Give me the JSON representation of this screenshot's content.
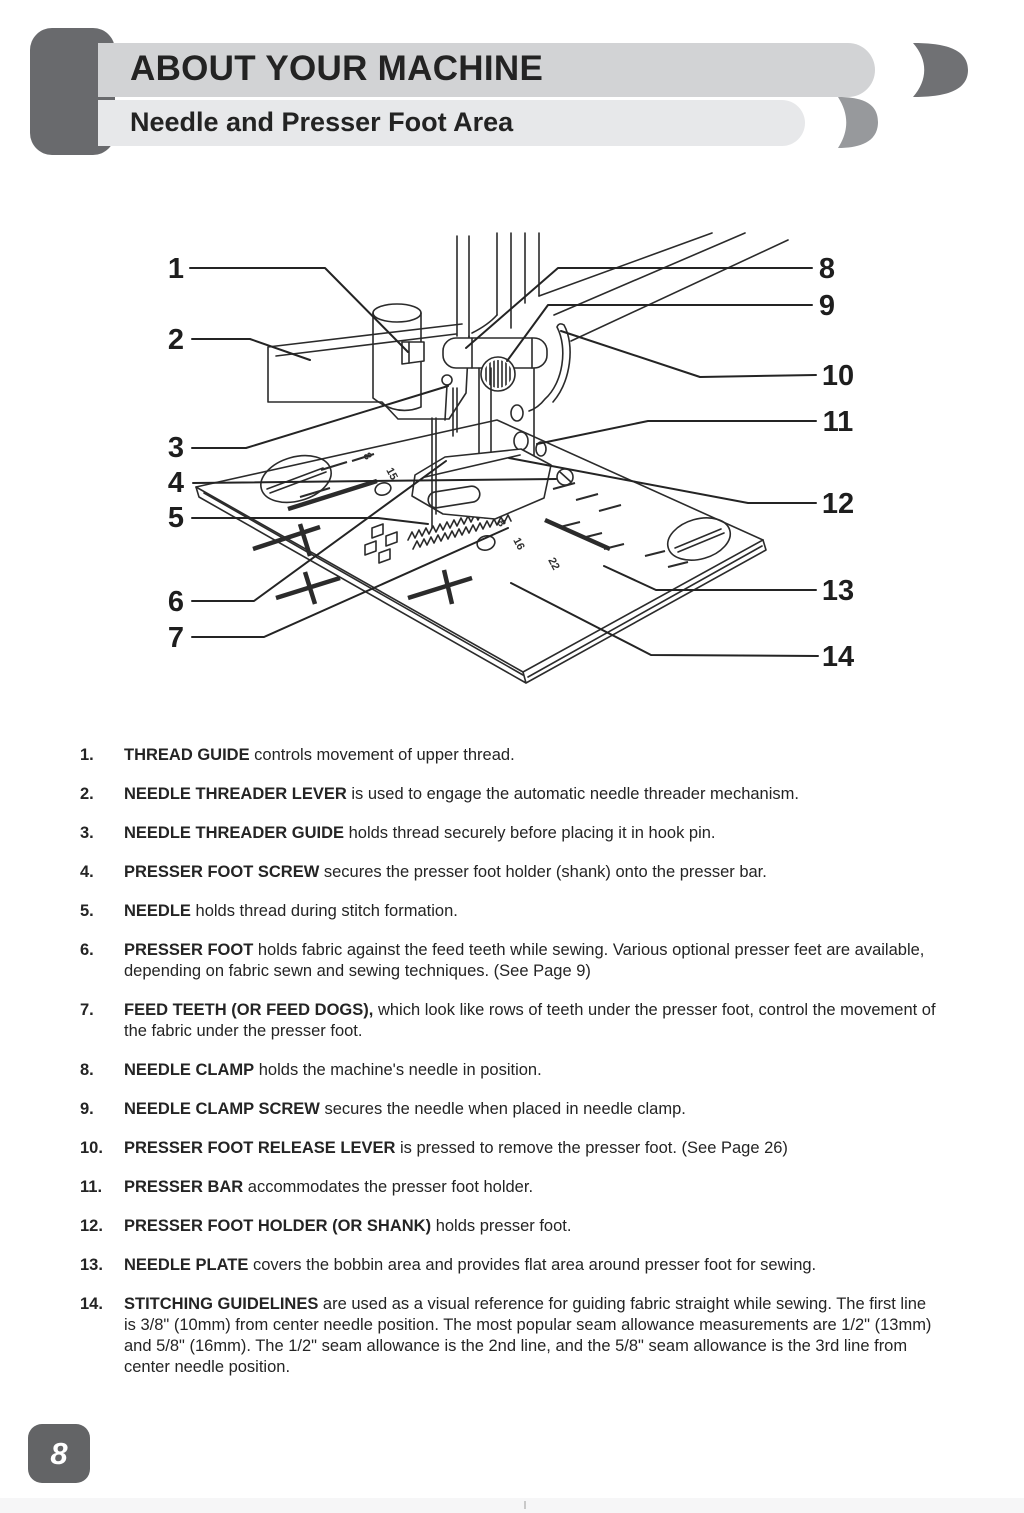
{
  "header": {
    "section": "ABOUT YOUR MACHINE",
    "subsection": "Needle and Presser Foot Area"
  },
  "page_number": "8",
  "colors": {
    "tab": "#696a6d",
    "bar_primary": "#d2d3d5",
    "bar_secondary": "#e7e8ea",
    "crescent_dark": "#707174",
    "crescent_light": "#97999c",
    "badge": "#636466",
    "text": "#222222",
    "line_art": "#2b2b2b"
  },
  "diagram": {
    "callouts": [
      "1",
      "2",
      "3",
      "4",
      "5",
      "6",
      "7",
      "8",
      "9",
      "10",
      "11",
      "12",
      "13",
      "14"
    ],
    "plate_digits": [
      "8",
      "15",
      "8",
      "16",
      "22"
    ]
  },
  "parts": [
    {
      "num": "1.",
      "name": "THREAD GUIDE",
      "desc": " controls movement of upper thread."
    },
    {
      "num": "2.",
      "name": "NEEDLE THREADER LEVER",
      "desc": " is used to engage the automatic needle threader mechanism."
    },
    {
      "num": "3.",
      "name": "NEEDLE THREADER GUIDE",
      "desc": " holds thread securely before placing it in hook pin."
    },
    {
      "num": "4.",
      "name": "PRESSER FOOT SCREW",
      "desc": " secures the presser foot holder (shank) onto the presser bar."
    },
    {
      "num": "5.",
      "name": "NEEDLE",
      "desc": " holds thread during stitch formation."
    },
    {
      "num": "6.",
      "name": "PRESSER FOOT",
      "desc": " holds fabric against the feed teeth while sewing. Various optional presser feet are available, depending on fabric sewn and sewing techniques. (See Page 9)"
    },
    {
      "num": "7.",
      "name": "FEED TEETH (OR FEED DOGS),",
      "desc": " which look like rows of teeth under the presser foot, control the movement of the fabric under the presser foot."
    },
    {
      "num": "8.",
      "name": "NEEDLE CLAMP",
      "desc": " holds the machine's needle in position."
    },
    {
      "num": "9.",
      "name": "NEEDLE CLAMP SCREW",
      "desc": " secures the needle when placed in needle clamp."
    },
    {
      "num": "10.",
      "name": "PRESSER FOOT RELEASE LEVER",
      "desc": " is pressed to remove the presser foot. (See Page 26)"
    },
    {
      "num": "11.",
      "name": "PRESSER BAR",
      "desc": " accommodates the presser foot holder."
    },
    {
      "num": "12.",
      "name": "PRESSER FOOT HOLDER (OR SHANK)",
      "desc": " holds presser foot."
    },
    {
      "num": "13.",
      "name": "NEEDLE PLATE",
      "desc": " covers the bobbin area and provides flat area around presser foot for sewing."
    },
    {
      "num": "14.",
      "name": "STITCHING GUIDELINES",
      "desc": " are used as a visual reference for guiding fabric straight while sewing. The first line is 3/8\" (10mm) from center needle position. The most popular seam allowance measurements are 1/2\" (13mm) and 5/8\" (16mm). The 1/2\" seam allowance is the 2nd line, and the 5/8\" seam allowance is the 3rd line from center needle position."
    }
  ]
}
